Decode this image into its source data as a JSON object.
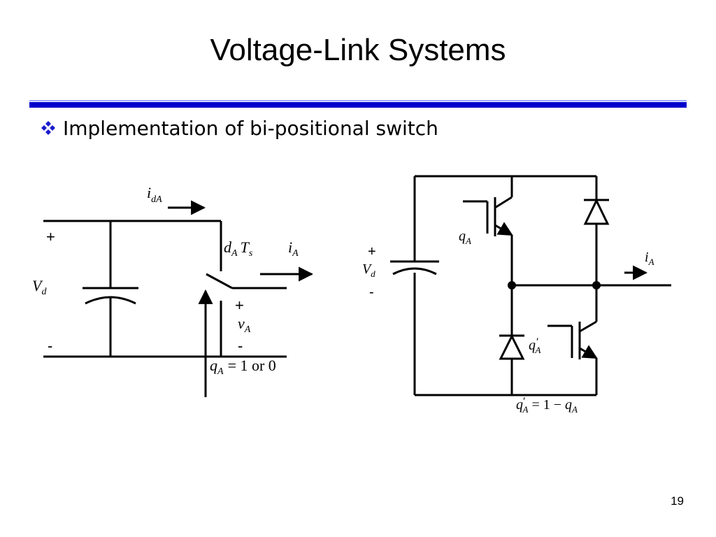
{
  "slide": {
    "title": "Voltage-Link Systems",
    "bullet": "Implementation of bi-positional switch",
    "page_number": "19"
  },
  "colors": {
    "rule_top": "#99aaff",
    "rule_bottom": "#0000cc",
    "bullet": "#1a1acc"
  },
  "icons": {
    "bullet": "four-diamond-bullet-icon"
  },
  "left_circuit": {
    "plus": "+",
    "minus": "-",
    "vd_main": "V",
    "vd_sub": "d",
    "ida_main": "i",
    "ida_sub": "dA",
    "dats_d": "d",
    "dats_a": "A",
    "dats_t": "T",
    "dats_s": "s",
    "ia_main": "i",
    "ia_sub": "A",
    "va_plus": "+",
    "va_main": "v",
    "va_sub": "A",
    "va_minus": "-",
    "qa_main": "q",
    "qa_sub": "A",
    "qa_rest": "= 1 or 0"
  },
  "right_circuit": {
    "plus": "+",
    "minus": "-",
    "vd_main": "V",
    "vd_sub": "d",
    "qa_main": "q",
    "qa_sub": "A",
    "qap_main": "q",
    "qap_prime": "′",
    "qap_sub": "A",
    "ia_main": "i",
    "ia_sub": "A",
    "eq_q1": "q",
    "eq_p1": "′",
    "eq_s1": "A",
    "eq_mid": " = 1 − ",
    "eq_q2": "q",
    "eq_s2": "A"
  }
}
